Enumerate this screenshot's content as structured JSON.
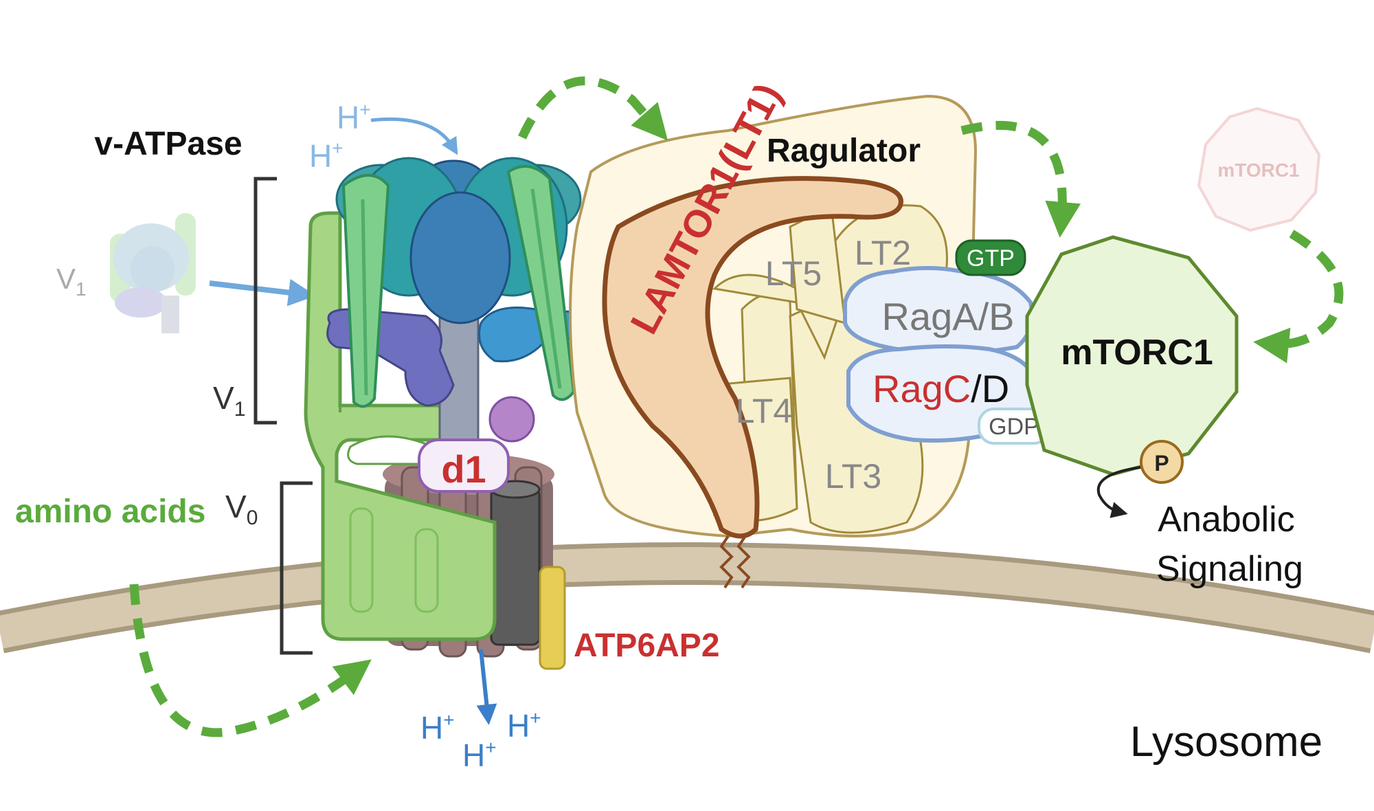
{
  "labels": {
    "v_atpase": "v-ATPase",
    "ragulator": "Ragulator",
    "lamtor1": "LAMTOR1(LT1)",
    "lt2": "LT2",
    "lt3": "LT3",
    "lt4": "LT4",
    "lt5": "LT5",
    "gtp": "GTP",
    "gdp": "GDP",
    "rag_ab": "RagA/B",
    "rag_c": "RagC",
    "rag_d": "/D",
    "mtorc1": "mTORC1",
    "mtorc1_faded": "mTORC1",
    "phospho": "P",
    "anabolic_line1": "Anabolic",
    "anabolic_line2": "Signaling",
    "amino_acids": "amino acids",
    "v0_v": "V",
    "v0_sub": "0",
    "v1_v": "V",
    "v1_sub": "1",
    "v1_faded_v": "V",
    "v1_faded_sub": "1",
    "d1": "d1",
    "atp6ap2": "ATP6AP2",
    "lysosome": "Lysosome",
    "h_ion": "H",
    "plus": "+"
  },
  "colors": {
    "membrane": "#c9b99b",
    "membrane_edge": "#a89a7f",
    "green_arrow": "#5aab3c",
    "red_label": "#c93030",
    "blue_arrow": "#3a7fc9",
    "mtorc1_fill": "#e9f5d9",
    "mtorc1_stroke": "#5d8a2e"
  }
}
